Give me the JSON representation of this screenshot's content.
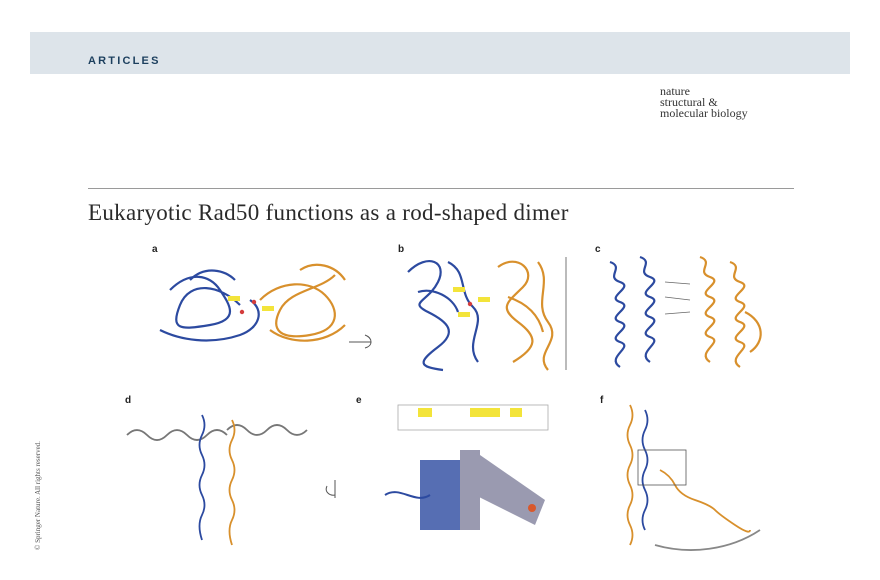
{
  "header": {
    "section": "ARTICLES",
    "journal_lines": [
      "nature",
      "structural &",
      "molecular biology"
    ]
  },
  "article": {
    "title": "Eukaryotic Rad50 functions as a rod-shaped dimer"
  },
  "figure": {
    "panels": [
      {
        "label": "a"
      },
      {
        "label": "b"
      },
      {
        "label": "c"
      },
      {
        "label": "d"
      },
      {
        "label": "e"
      },
      {
        "label": "f"
      }
    ]
  },
  "sidebar": {
    "copyright": "© Springer Nature. All rights reserved."
  },
  "colors": {
    "chain_a": "#2c4aa0",
    "chain_b": "#d8902c",
    "highlight": "#f3e43a",
    "residue": "#d43c3c",
    "banner": "#dde4ea"
  }
}
